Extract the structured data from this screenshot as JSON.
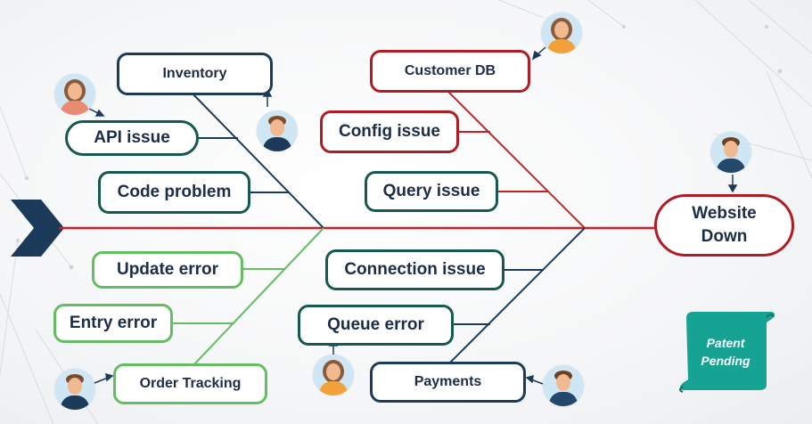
{
  "effect": {
    "line1": "Website",
    "line2": "Down"
  },
  "causes": {
    "inventory": "Inventory",
    "api_issue": "API issue",
    "code_problem": "Code problem",
    "update_error": "Update error",
    "entry_error": "Entry error",
    "order_tracking": "Order Tracking",
    "customer_db": "Customer DB",
    "config_issue": "Config issue",
    "query_issue": "Query issue",
    "connection_issue": "Connection issue",
    "queue_error": "Queue error",
    "payments": "Payments"
  },
  "badge": {
    "line1": "Patent",
    "line2": "Pending"
  },
  "colors": {
    "spine": "#c8202a",
    "navy": "#1c3b5a",
    "teal": "#17594f",
    "red": "#b01c24",
    "green": "#64bd63",
    "badge": "#16a394",
    "arrow": "#1c3b5a"
  }
}
